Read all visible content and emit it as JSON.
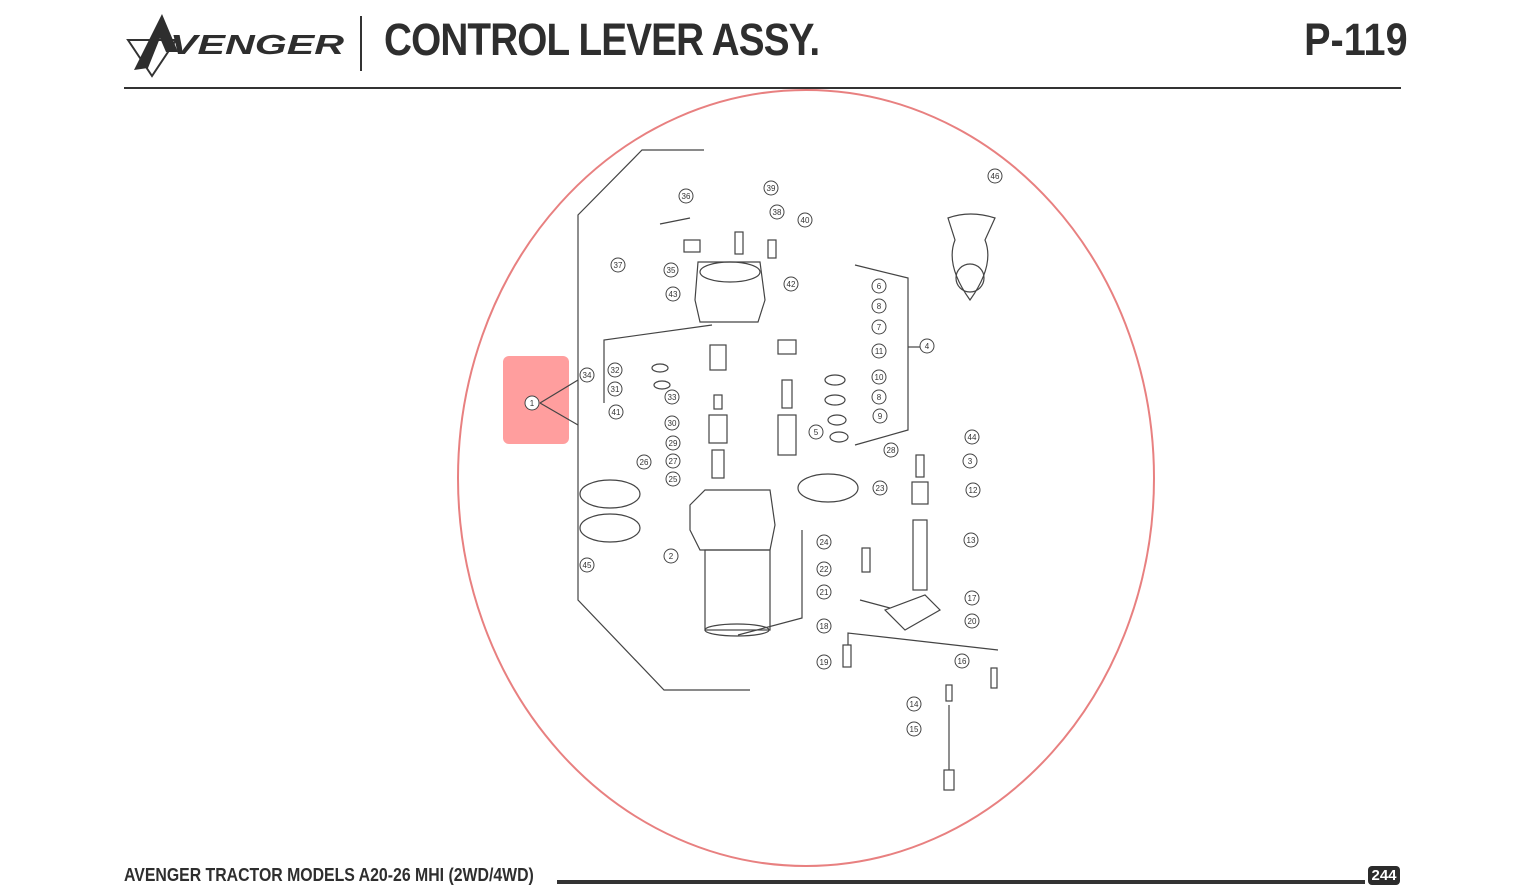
{
  "header": {
    "brand": "AVENGER",
    "title": "CONTROL LEVER ASSY.",
    "page_code": "P-119"
  },
  "diagram": {
    "callouts": [
      "36",
      "39",
      "38",
      "40",
      "37",
      "35",
      "43",
      "42",
      "46",
      "6",
      "8",
      "7",
      "11",
      "4",
      "10",
      "8",
      "9",
      "34",
      "32",
      "31",
      "33",
      "41",
      "1",
      "30",
      "29",
      "5",
      "27",
      "26",
      "28",
      "25",
      "44",
      "3",
      "12",
      "23",
      "13",
      "24",
      "2",
      "22",
      "21",
      "17",
      "20",
      "18",
      "45",
      "19",
      "16",
      "14",
      "15"
    ],
    "highlight_color": "#ff8f8f",
    "ellipse_color": "#e88080"
  },
  "footer": {
    "text": "AVENGER TRACTOR MODELS A20-26 MHI (2WD/4WD)",
    "page_number": "244"
  }
}
